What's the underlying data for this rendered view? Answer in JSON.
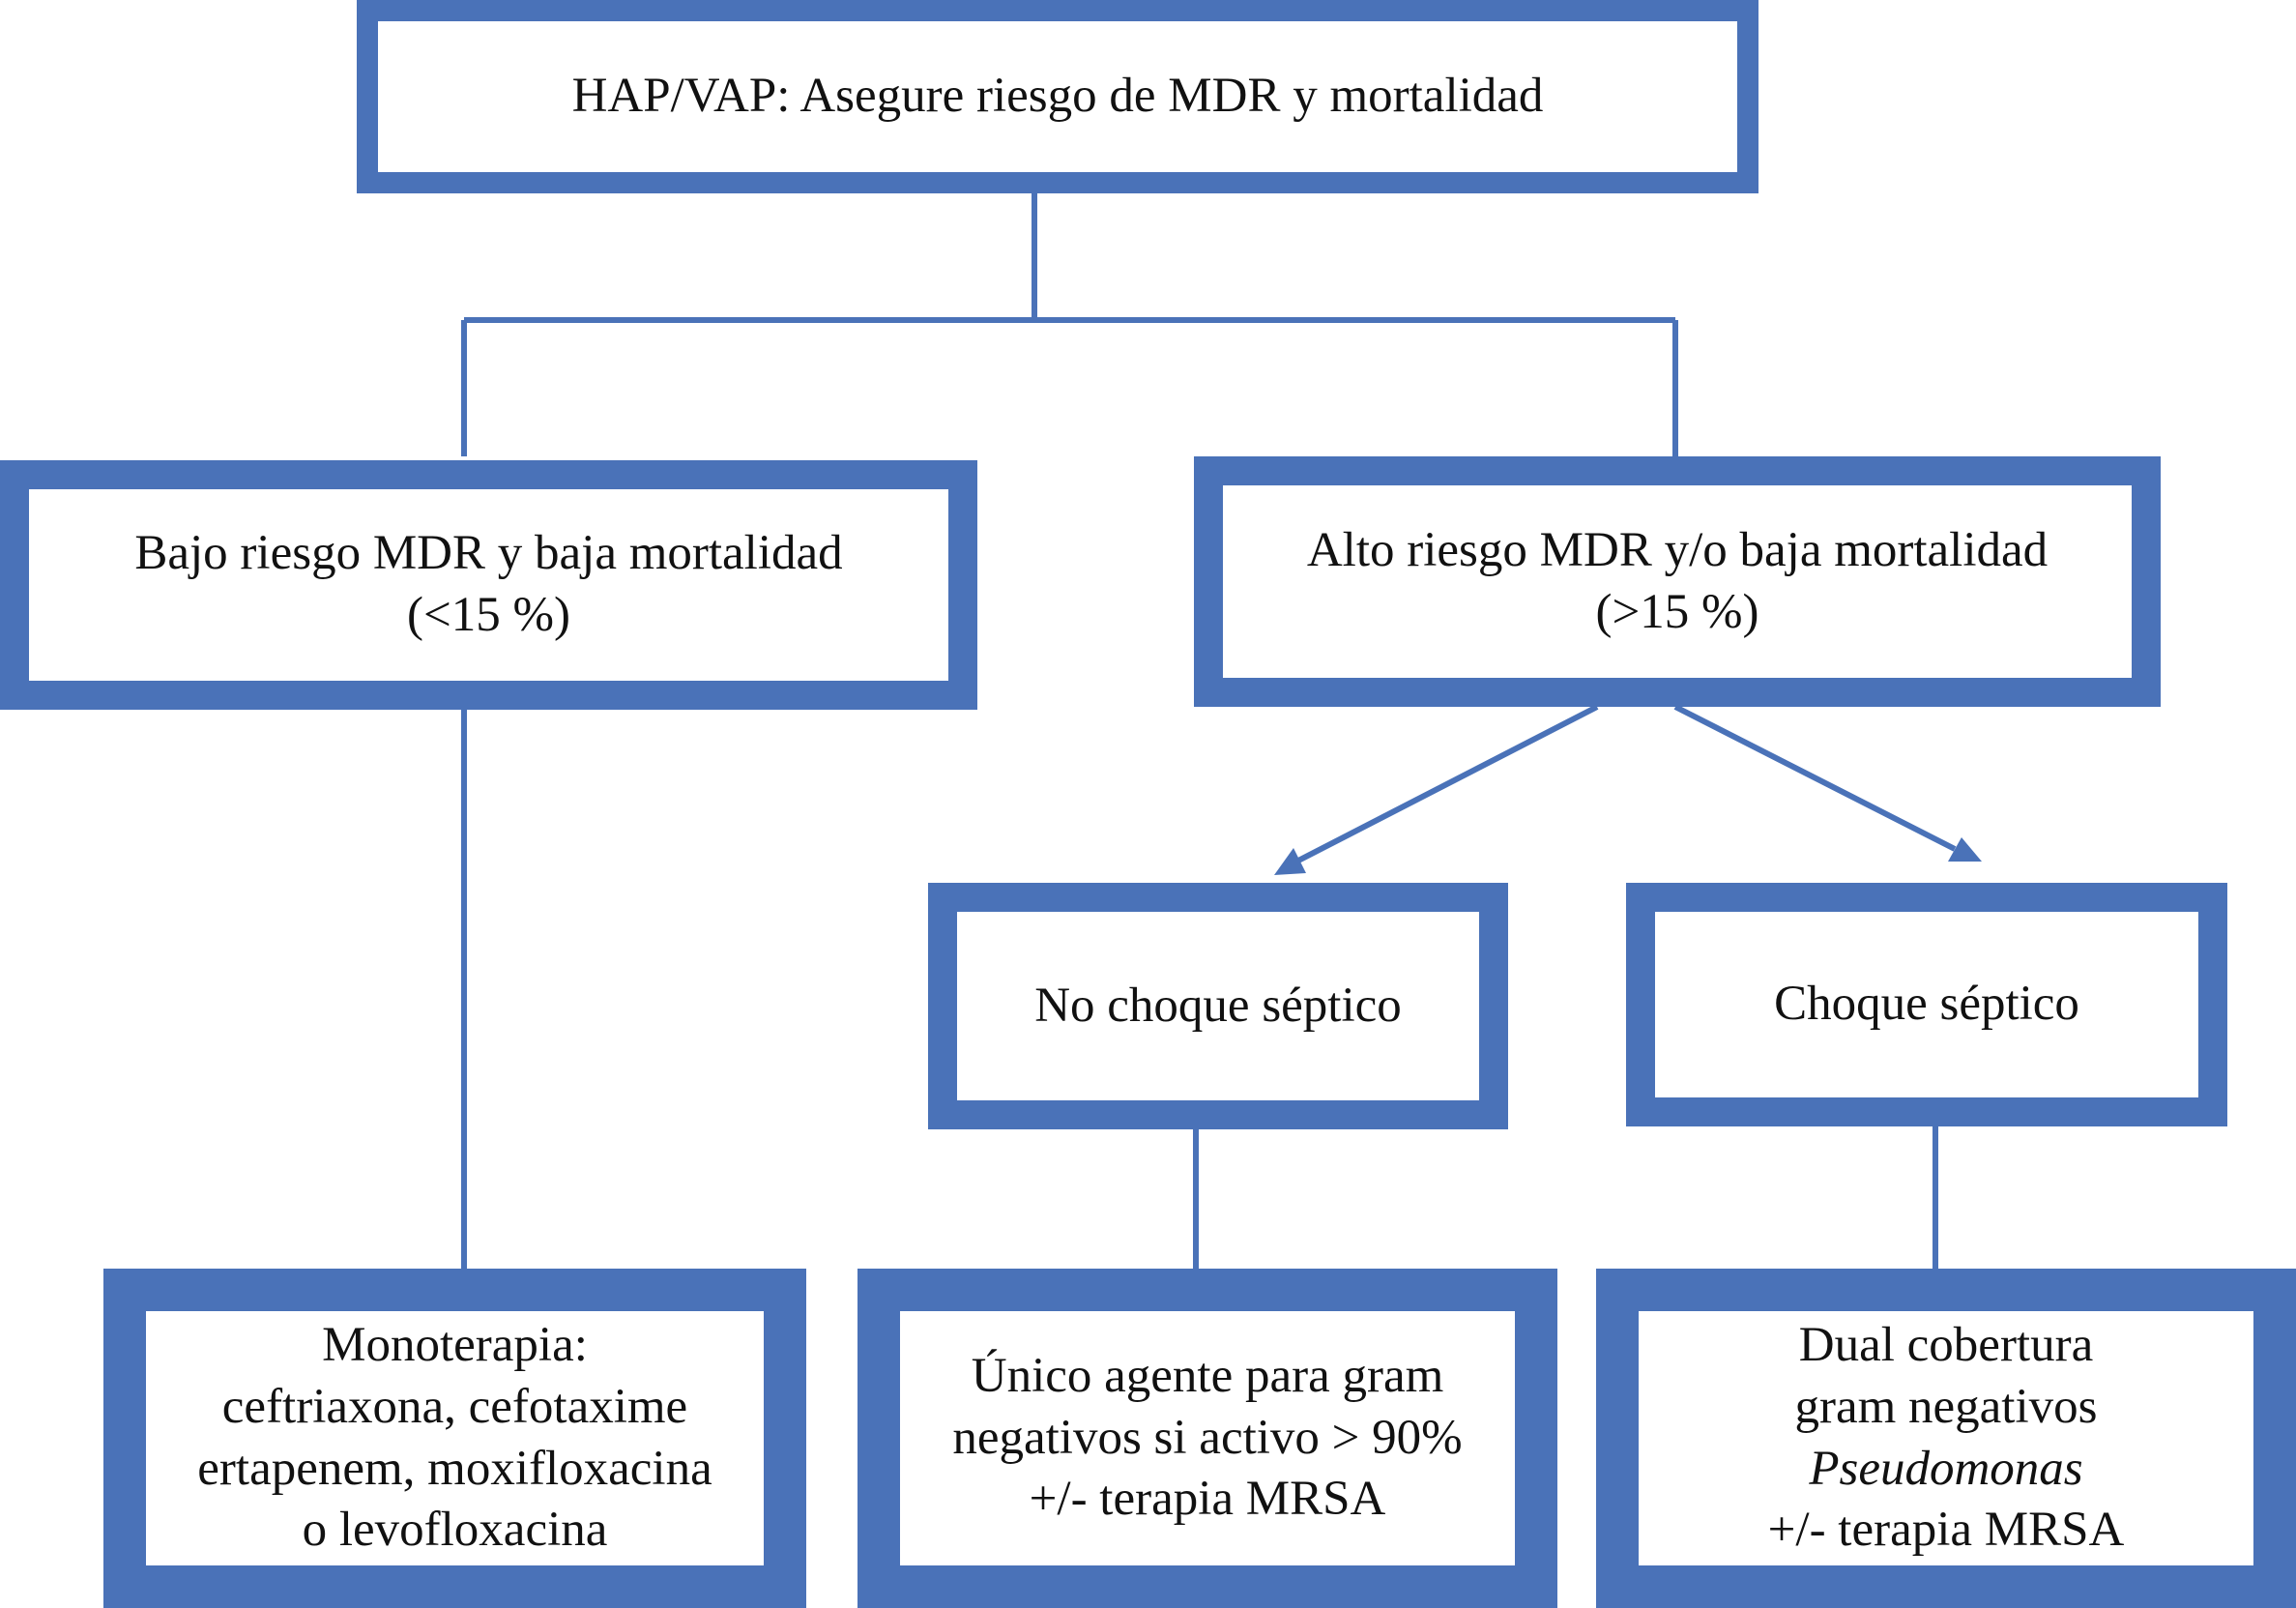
{
  "diagram": {
    "colors": {
      "accent": "#4a72b8",
      "box_fill": "#ffffff",
      "text": "#111111"
    },
    "root": {
      "label": "HAP/VAP: Asegure riesgo de MDR y mortalidad"
    },
    "low_risk": {
      "line1": "Bajo riesgo MDR y baja mortalidad",
      "line2": "(<15 %)"
    },
    "high_risk": {
      "line1": "Alto riesgo MDR y/o baja mortalidad",
      "line2": "(>15 %)"
    },
    "no_shock": {
      "label": "No choque séptico"
    },
    "shock": {
      "label": "Choque séptico"
    },
    "monotherapy": {
      "line1": "Monoterapia:",
      "line2": "ceftriaxona, cefotaxime",
      "line3": "ertapenem, moxifloxacina",
      "line4": "o levofloxacina"
    },
    "single_agent": {
      "line1": "Único agente para gram",
      "line2": "negativos si activo > 90%",
      "line3": "+/- terapia MRSA"
    },
    "dual_coverage": {
      "line1": "Dual cobertura",
      "line2": "gram negativos",
      "line3": "Pseudomonas",
      "line4": "+/- terapia MRSA"
    }
  }
}
